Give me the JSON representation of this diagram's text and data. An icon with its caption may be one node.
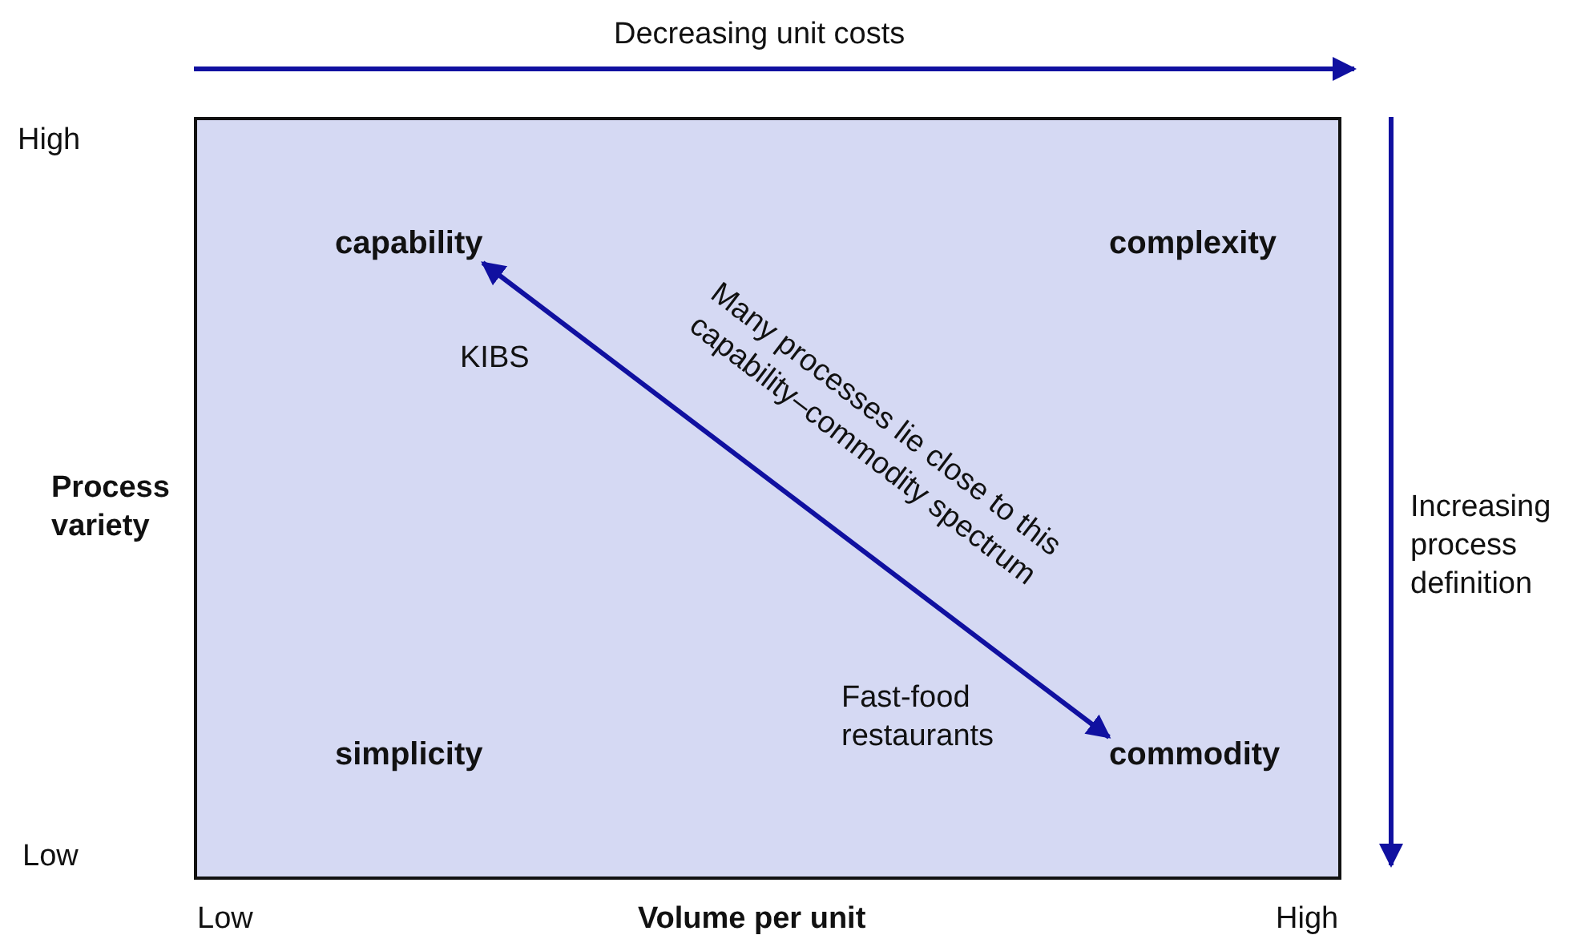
{
  "diagram": {
    "nodes": [
      {
        "text": [],
        "shape": "box"
      },
      {
        "text": [
          "capability"
        ],
        "in": 0
      },
      {
        "text": [
          "complexity"
        ],
        "in": 0
      },
      {
        "text": [
          "simplicity"
        ],
        "in": 0
      },
      {
        "text": [
          "commodity"
        ],
        "in": 0
      }
    ],
    "edges": [
      {
        "from": 1,
        "to": 4,
        "arrow": "both",
        "label": "Many processes lie close to this capability–commodity spectrum"
      }
    ],
    "labels": [
      "Decreasing unit costs",
      "High",
      "Process variety",
      "Increasing process definition",
      "KIBS",
      "Fast-food restaurants",
      "Low",
      "Low",
      "Volume per unit",
      "High"
    ]
  }
}
